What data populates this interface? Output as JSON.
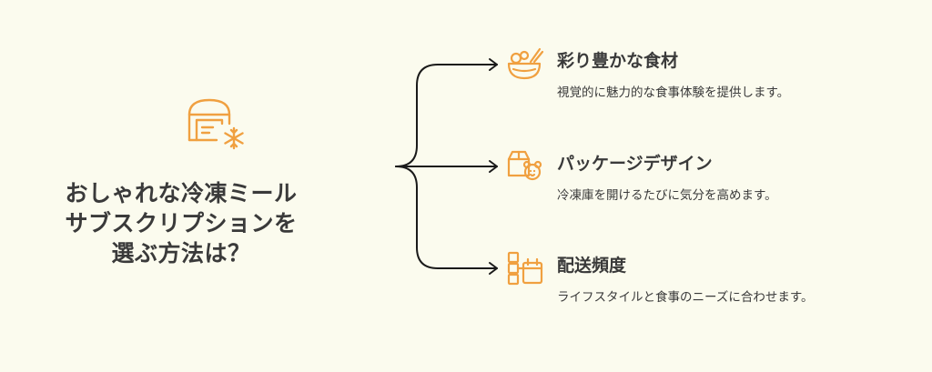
{
  "main": {
    "title_lines": [
      "おしゃれな冷凍ミール",
      "サブスクリプションを",
      "選ぶ方法は？"
    ],
    "icon": "freezer-snowflake-icon"
  },
  "branches": [
    {
      "title": "彩り豊かな食材",
      "description": "視覚的に魅力的な食事体験を提供します。",
      "icon": "food-bowl-icon"
    },
    {
      "title": "パッケージデザイン",
      "description": "冷凍庫を開けるたびに気分を高めます。",
      "icon": "package-bear-icon"
    },
    {
      "title": "配送頻度",
      "description": "ライフスタイルと食事のニーズに合わせます。",
      "icon": "schedule-calendar-icon"
    }
  ],
  "colors": {
    "background": "#fbfbee",
    "accent": "#f0a040",
    "text": "#3a3a3a",
    "line": "#1a1a1a"
  }
}
